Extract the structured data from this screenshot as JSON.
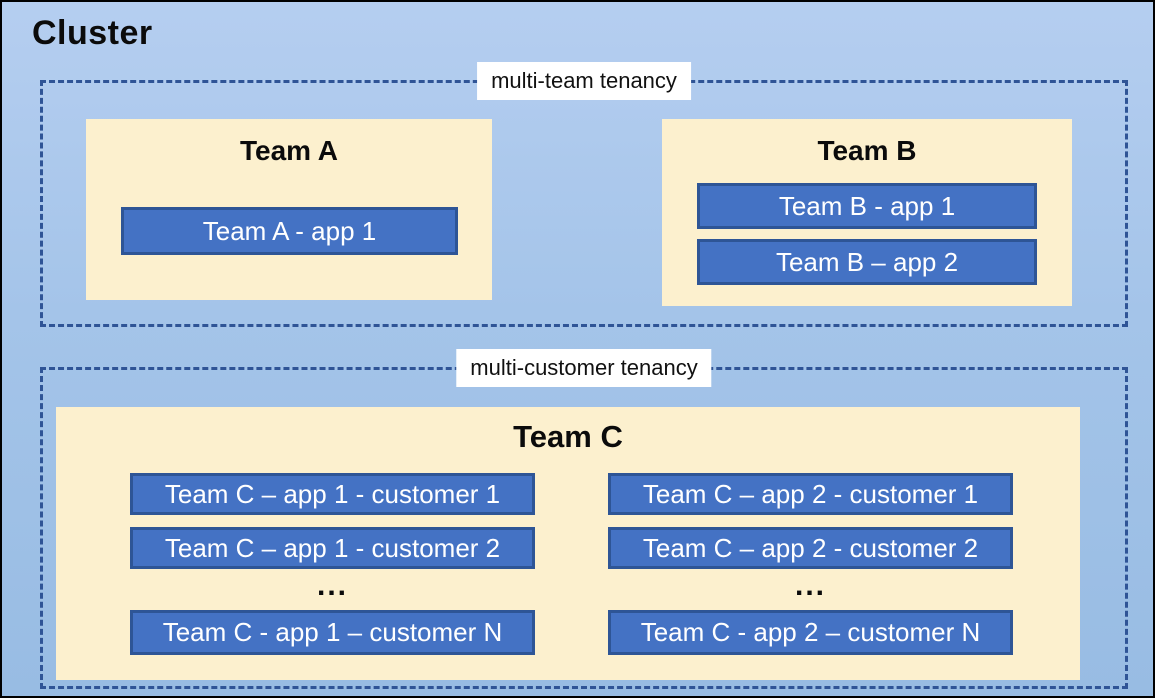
{
  "cluster": {
    "title": "Cluster"
  },
  "sections": {
    "multi_team": {
      "label": "multi-team tenancy",
      "teams": {
        "team_a": {
          "title": "Team A",
          "app1": "Team A - app 1"
        },
        "team_b": {
          "title": "Team B",
          "app1": "Team B - app 1",
          "app2": "Team B – app 2"
        }
      }
    },
    "multi_customer": {
      "label": "multi-customer tenancy",
      "team_c": {
        "title": "Team C",
        "app1": {
          "customer1": "Team C – app 1 - customer 1",
          "customer2": "Team C – app 1 - customer 2",
          "ellipsis": "...",
          "customerN": "Team C - app 1 – customer N"
        },
        "app2": {
          "customer1": "Team C – app 2 - customer 1",
          "customer2": "Team C – app 2 - customer 2",
          "ellipsis": "...",
          "customerN": "Team C - app 2 – customer N"
        }
      }
    }
  },
  "colors": {
    "canvas_gradient_top": "#B5CEF0",
    "canvas_gradient_bottom": "#98BCE3",
    "outer_border": "#000000",
    "dashed_border": "#2F5496",
    "team_fill": "#FCF0CE",
    "app_fill": "#4472C4",
    "app_border": "#2E5596",
    "app_text": "#FFFFFF",
    "label_bg": "#FFFFFF",
    "title_text": "#0B0B0B"
  }
}
